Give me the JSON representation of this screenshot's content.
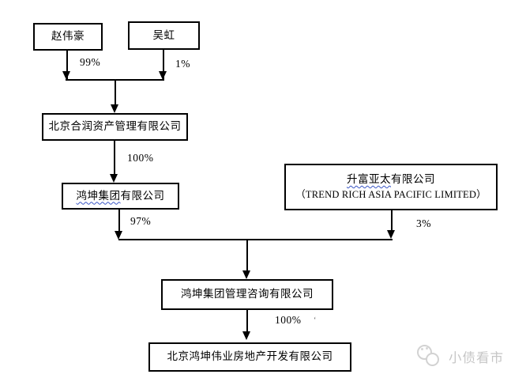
{
  "diagram": {
    "title": "equity-structure-chart",
    "nodes": {
      "zhao": {
        "label": "赵伟豪"
      },
      "wu": {
        "label": "吴虹"
      },
      "herun": {
        "label": "北京合润资产管理有限公司"
      },
      "hongkun_group": {
        "underlined": "鸿坤集团",
        "rest": "有限公司"
      },
      "trend_rich": {
        "underlined": "升富亚太",
        "rest": "有限公司",
        "line2": "（TREND RICH ASIA PACIFIC LIMITED）"
      },
      "hongkun_consulting": {
        "label": "鸿坤集团管理咨询有限公司"
      },
      "hongkun_weiye": {
        "label": "北京鸿坤伟业房地产开发有限公司"
      }
    },
    "ownership_labels": {
      "zhao_to_herun": "99%",
      "wu_to_herun": "1%",
      "herun_to_group": "100%",
      "group_to_consulting": "97%",
      "trend_to_consulting": "3%",
      "consulting_to_weiye": "100%",
      "stray_mark": "‘"
    },
    "colors": {
      "line": "#000000",
      "spellcheck_underline": "#3a56c5",
      "watermark": "#c6c6c6"
    }
  },
  "watermark": {
    "text": "小债看市"
  }
}
